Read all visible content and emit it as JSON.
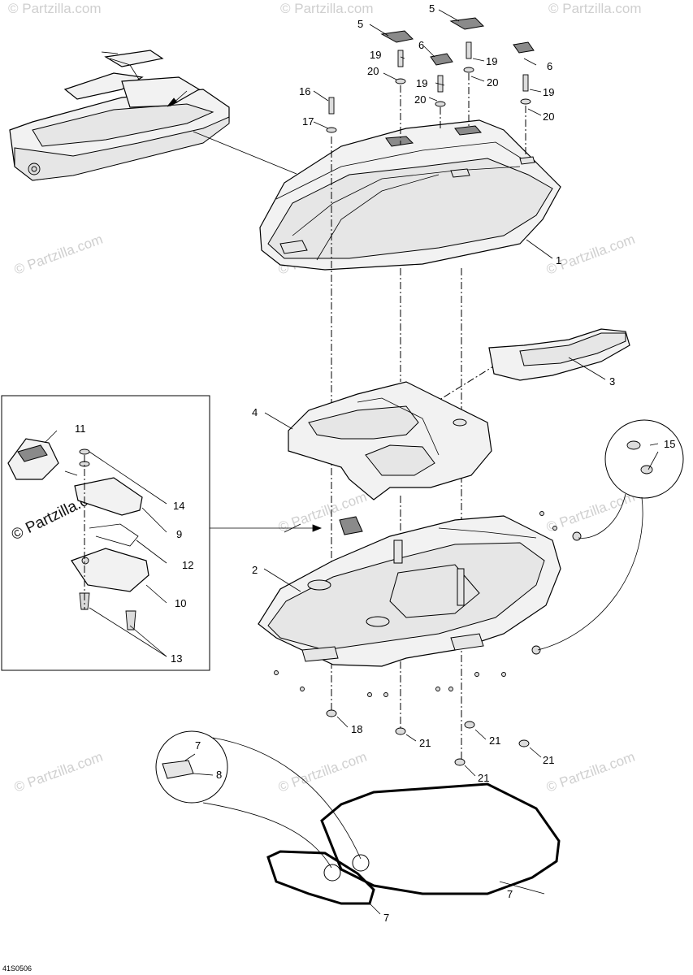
{
  "callouts": {
    "c1": "1",
    "c2": "2",
    "c3": "3",
    "c4": "4",
    "c5a": "5",
    "c5b": "5",
    "c6a": "6",
    "c6b": "6",
    "c7a": "7",
    "c7b": "7",
    "c7c": "7",
    "c8": "8",
    "c9": "9",
    "c10": "10",
    "c11": "11",
    "c12": "12",
    "c13": "13",
    "c14": "14",
    "c15": "15",
    "c16": "16",
    "c17": "17",
    "c18": "18",
    "c19a": "19",
    "c19b": "19",
    "c19c": "19",
    "c19d": "19",
    "c20a": "20",
    "c20b": "20",
    "c20c": "20",
    "c20d": "20",
    "c21a": "21",
    "c21b": "21",
    "c21c": "21",
    "c21d": "21"
  },
  "watermark": "© Partzilla.com",
  "watermark_detail": "© Partzilla.com",
  "diagram_code": "41S0506"
}
